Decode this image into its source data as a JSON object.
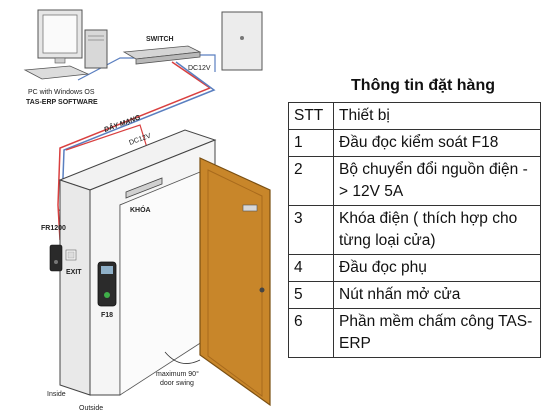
{
  "diagram": {
    "pc_label_line1": "PC with Windows OS",
    "pc_label_line2": "TAS-ERP SOFTWARE",
    "switch_label": "SWITCH",
    "dc12v_top": "DC12V",
    "cable_label": "DÂY MẠNG",
    "dc12v_wall": "DC12V",
    "lock_label": "KHÓA",
    "fr1200_label": "FR1200",
    "exit_label": "EXIT",
    "f18_label": "F18",
    "swing_line1": "maximum 90°",
    "swing_line2": "door swing",
    "inside_label": "Inside",
    "outside_label": "Outside"
  },
  "order": {
    "title": "Thông tin đặt hàng",
    "headers": [
      "STT",
      "Thiết bị"
    ],
    "rows": [
      {
        "stt": "1",
        "item": "Đầu đọc kiểm soát F18"
      },
      {
        "stt": "2",
        "item": "Bộ chuyển đổi nguồn điện -> 12V 5A"
      },
      {
        "stt": "3",
        "item": "Khóa điện ( thích hợp cho từng loại cửa)"
      },
      {
        "stt": "4",
        "item": "Đầu đọc phụ"
      },
      {
        "stt": "5",
        "item": "Nút nhấn mở cửa"
      },
      {
        "stt": "6",
        "item": "Phần mềm chấm công TAS-ERP"
      }
    ]
  },
  "colors": {
    "door": "#c8862a",
    "door_frame": "#e9e9e9",
    "cable_red": "#d94040",
    "cable_blue": "#5a7fc0"
  }
}
